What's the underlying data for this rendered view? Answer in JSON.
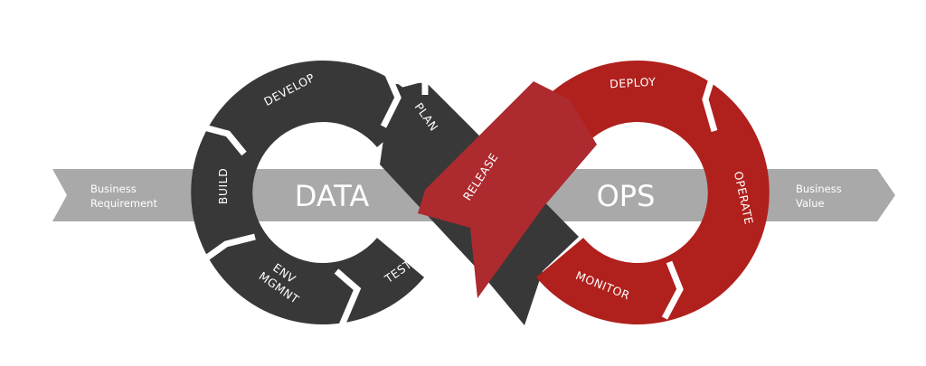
{
  "colors": {
    "band": "#a9a9a9",
    "dark": "#383838",
    "red": "#b0201c",
    "release": "#ad2a2e",
    "text": "#ffffff"
  },
  "band": {
    "left_label_1": "Business",
    "left_label_2": "Requirement",
    "right_label_1": "Business",
    "right_label_2": "Value"
  },
  "loops": {
    "left_title": "DATA",
    "right_title": "OPS"
  },
  "stages": {
    "develop": "DEVELOP",
    "plan": "PLAN",
    "build": "BUILD",
    "env": "ENV",
    "mgmnt": "MGMNT",
    "test": "TEST",
    "release": "RELEASE",
    "deploy": "DEPLOY",
    "operate": "OPERATE",
    "monitor": "MONITOR"
  }
}
